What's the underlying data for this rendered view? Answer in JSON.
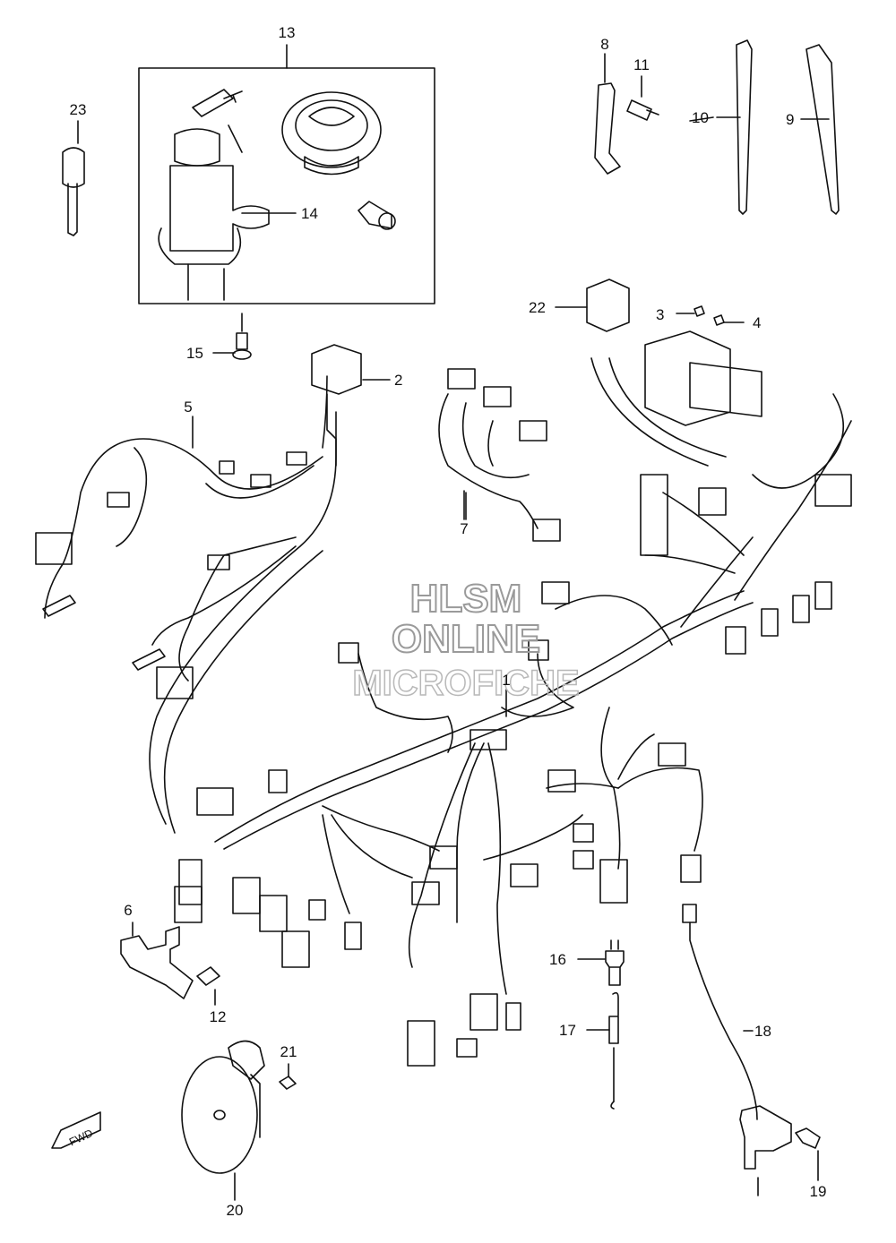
{
  "diagram": {
    "part_numbers": [
      "1",
      "2",
      "3",
      "4",
      "5",
      "6",
      "7",
      "8",
      "9",
      "10",
      "11",
      "12",
      "13",
      "14",
      "15",
      "16",
      "17",
      "18",
      "19",
      "20",
      "21",
      "22",
      "23"
    ],
    "watermark": {
      "line1": "HLSM",
      "line2": "ONLINE",
      "line3": "MICROFICHE"
    },
    "direction_label": "FWD",
    "colors": {
      "ink": "#111111",
      "watermark": "#9a9a9a"
    }
  }
}
